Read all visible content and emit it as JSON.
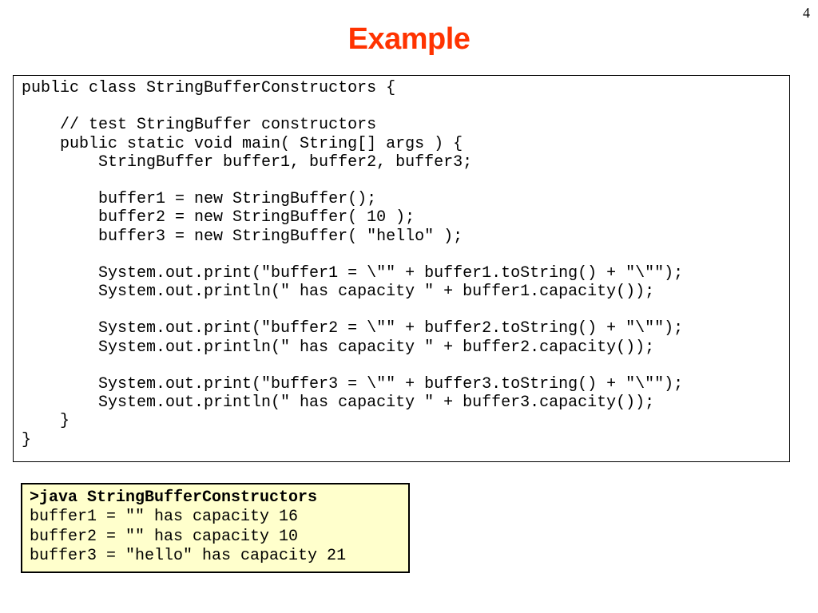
{
  "page_number": "4",
  "title": "Example",
  "code_lines": [
    "public class StringBufferConstructors {",
    "",
    "    // test StringBuffer constructors",
    "    public static void main( String[] args ) {",
    "        StringBuffer buffer1, buffer2, buffer3;",
    "",
    "        buffer1 = new StringBuffer();",
    "        buffer2 = new StringBuffer( 10 );",
    "        buffer3 = new StringBuffer( \"hello\" );",
    "",
    "        System.out.print(\"buffer1 = \\\"\" + buffer1.toString() + \"\\\"\");",
    "        System.out.println(\" has capacity \" + buffer1.capacity());",
    "",
    "        System.out.print(\"buffer2 = \\\"\" + buffer2.toString() + \"\\\"\");",
    "        System.out.println(\" has capacity \" + buffer2.capacity());",
    "",
    "        System.out.print(\"buffer3 = \\\"\" + buffer3.toString() + \"\\\"\");",
    "        System.out.println(\" has capacity \" + buffer3.capacity());",
    "    }",
    "}"
  ],
  "output": {
    "command": ">java StringBufferConstructors",
    "lines": [
      "buffer1 = \"\" has capacity 16",
      "buffer2 = \"\" has capacity 10",
      "buffer3 = \"hello\" has capacity 21"
    ]
  },
  "colors": {
    "title": "#ff3300",
    "output_background": "#ffffcc"
  }
}
